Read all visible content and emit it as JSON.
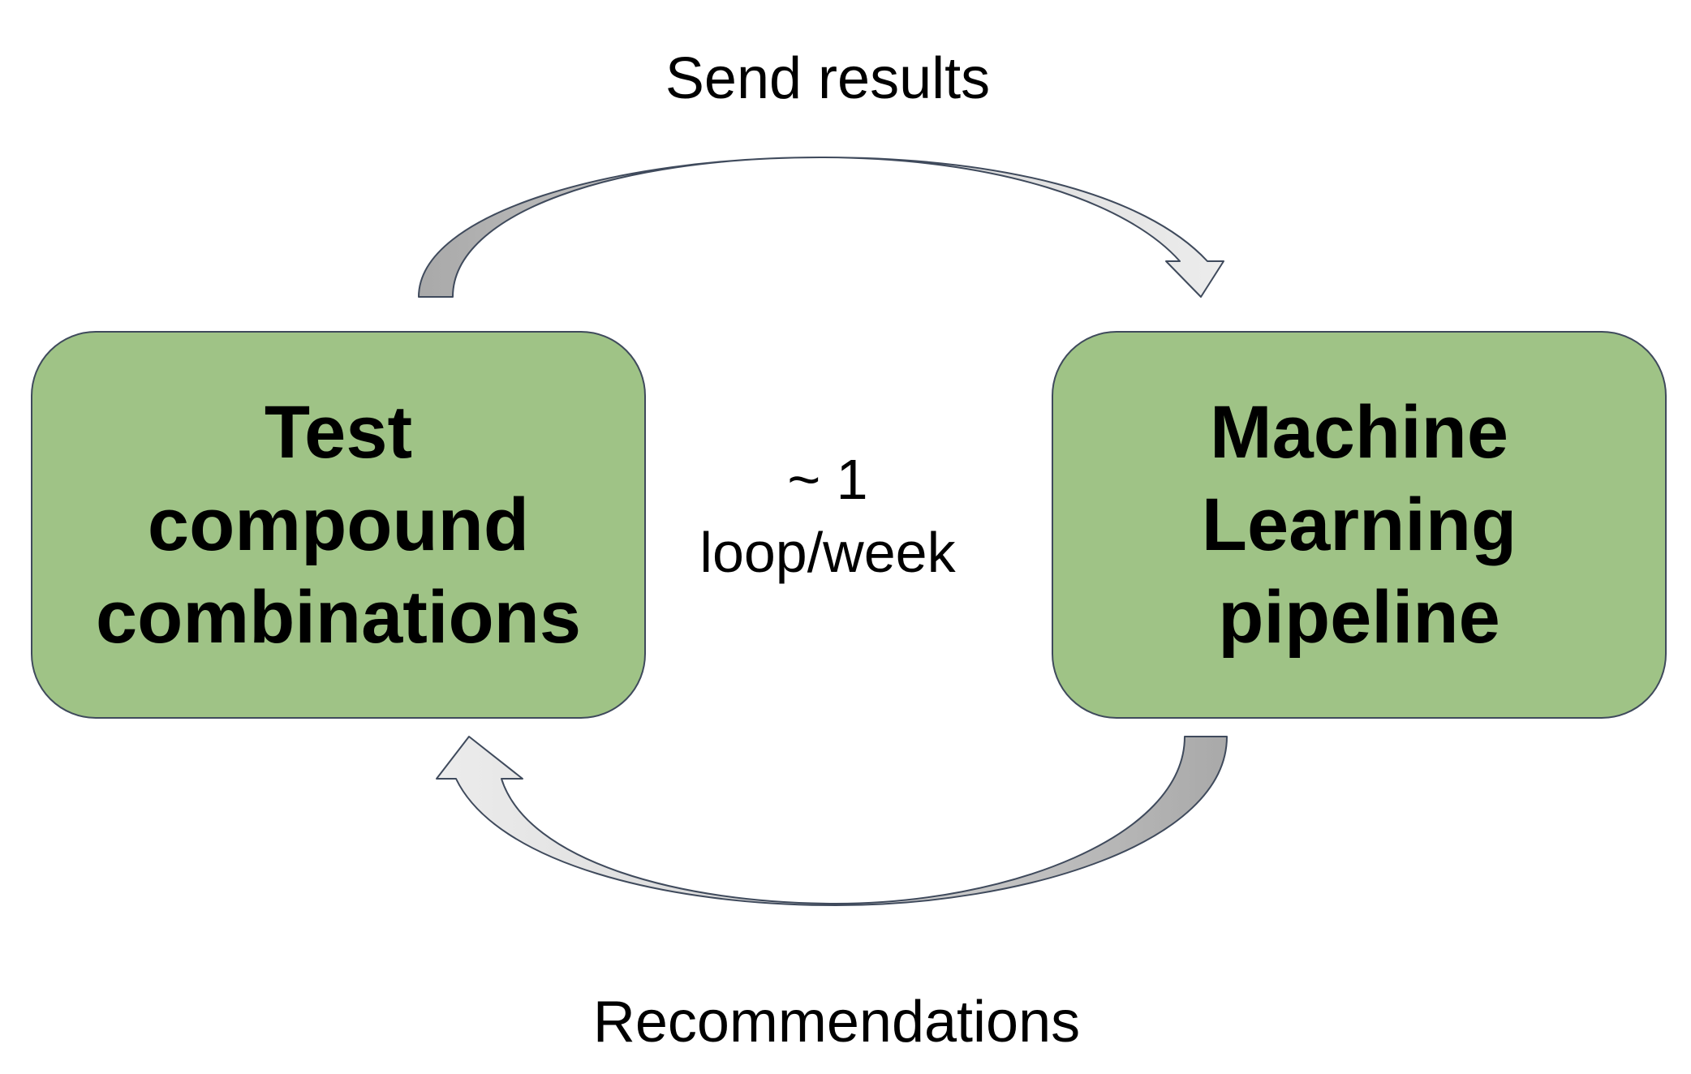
{
  "colors": {
    "box_fill": "#9fc386",
    "box_border": "#3f4a5c",
    "arrow_light": "#e8e8e8",
    "arrow_dark": "#b3b3b3",
    "arrow_stroke": "#3f4a5c"
  },
  "nodes": [
    {
      "lines": [
        "Test",
        "compound",
        "combinations"
      ]
    },
    {
      "lines": [
        "Machine",
        "Learning",
        "pipeline"
      ]
    }
  ],
  "edges": [
    {
      "from": 0,
      "to": 1,
      "label": "Send results"
    },
    {
      "from": 1,
      "to": 0,
      "label": "Recommendations"
    }
  ],
  "center_label": {
    "lines": [
      "~ 1",
      "loop/week"
    ]
  }
}
